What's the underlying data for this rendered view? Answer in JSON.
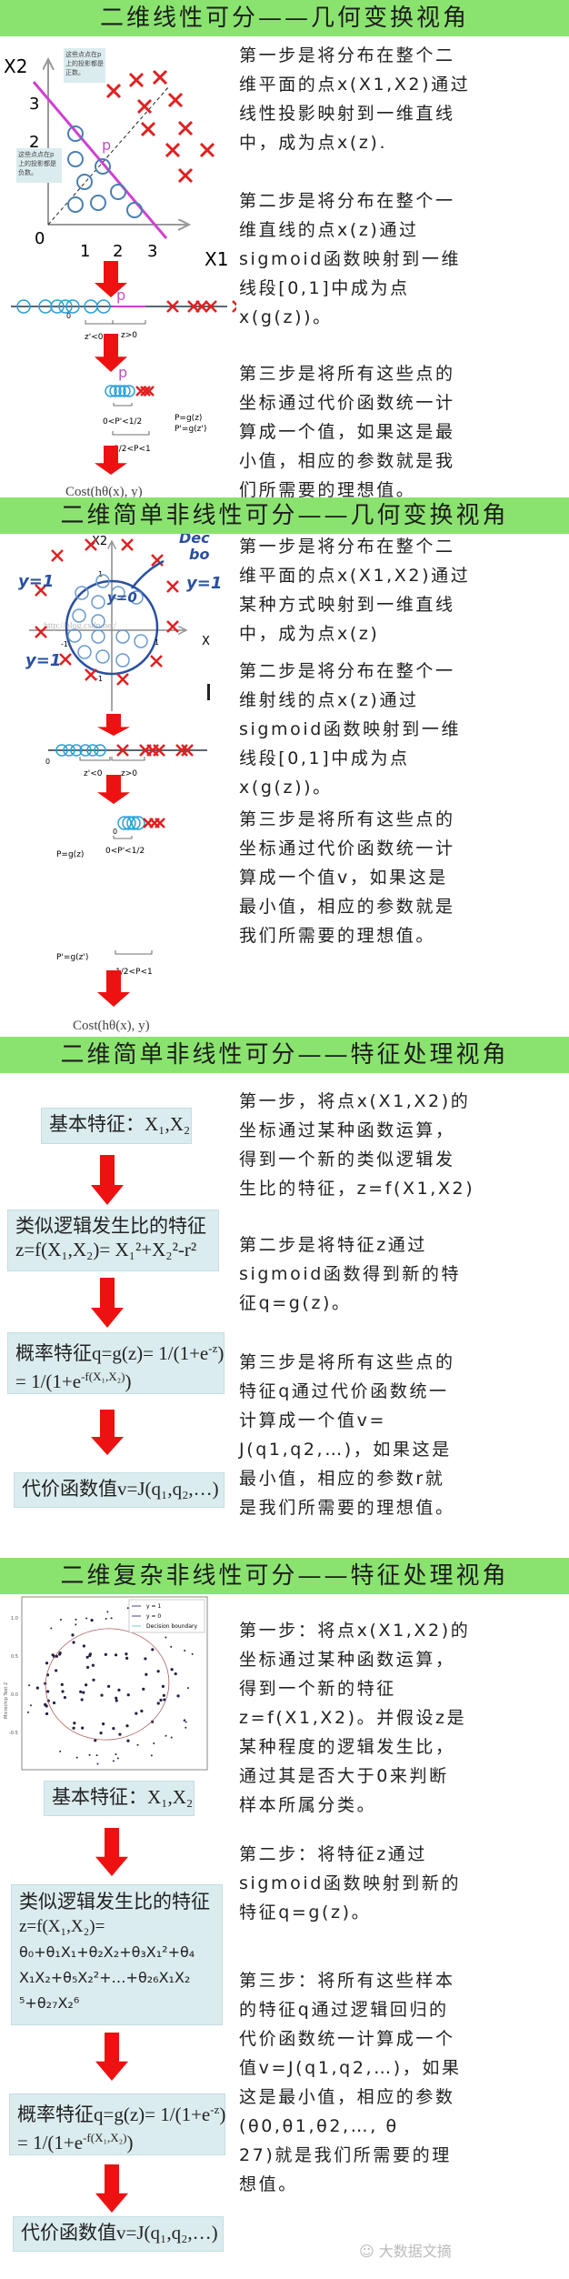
{
  "colors": {
    "header_bg": "#8be36f",
    "box_bg": "#dbecef",
    "arrow": "#ee1111",
    "cross": "#e02020",
    "circle": "#4a7fb0"
  },
  "sections": [
    {
      "title": "二维线性可分——几何变换视角",
      "steps": [
        [
          "第一步是将分布在整个二",
          "维平面的点x(X1,X2)通过",
          "线性投影映射到一维直线",
          "中，成为点x(z)."
        ],
        [
          "第二步是将分布在整个一",
          "维直线的点x(z)通过",
          "sigmoid函数映射到一维",
          "线段[0,1]中成为点",
          "x(g(z))。"
        ],
        [
          "第三步是将所有这些点的",
          "坐标通过代价函数统一计",
          "算成一个值，如果这是最",
          "小值，相应的参数就是我",
          "们所需要的理想值。"
        ]
      ],
      "diagram": {
        "x_axis": "X1",
        "y_axis": "X2",
        "ticks": [
          "0",
          "1",
          "2",
          "3"
        ],
        "callout_pos": "这些点点在p上的投影都是正数。",
        "callout_neg": "这些点点在p上的投影都是负数。",
        "p": "p",
        "zero": "0",
        "z_neg": "z'<0",
        "z_pos": "z>0",
        "p_small": "0<P'<1/2",
        "p_big": "1/2<P<1",
        "p_def": "P=g(z)",
        "p2_def": "P'=g(z')",
        "cost": "Cost(hθ(x), y)"
      }
    },
    {
      "title": "二维简单非线性可分——几何变换视角",
      "steps": [
        [
          "第一步是将分布在整个二",
          "维平面的点x(X1,X2)通过",
          "某种方式映射到一维直线",
          "中，成为点x(z)"
        ],
        [
          "第二步是将分布在整个一",
          "维射线的点x(z)通过",
          "sigmoid函数映射到一维",
          "线段[0,1]中成为点",
          "x(g(z))。"
        ],
        [
          "第三步是将所有这些点的",
          "坐标通过代价函数统一计",
          "算成一个值v，如果这是",
          "最小值，相应的参数就是",
          "我们所需要的理想值。"
        ]
      ],
      "diagram": {
        "x_axis": "X",
        "y_axis": "X2",
        "y1": "y=1",
        "y0": "y=0",
        "dec": "Dec",
        "bo": "bo",
        "one": "1",
        "neg_one": "-1",
        "zero": "0",
        "z_neg": "z'<0",
        "z_pos": "z>0",
        "p_small": "0<P'<1/2",
        "p_big": "1/2<P<1",
        "p_def": "P=g(z)",
        "p2_def": "P'=g(z')",
        "cost": "Cost(hθ(x), y)",
        "watermark": "http://blog.csdn.net/"
      }
    },
    {
      "title": "二维简单非线性可分——特征处理视角",
      "steps": [
        [
          "第一步，将点x(X1,X2)的",
          "坐标通过某种函数运算，",
          "得到一个新的类似逻辑发",
          "生比的特征，z=f(X1,X2)"
        ],
        [
          "第二步是将特征z通过",
          "sigmoid函数得到新的特",
          "征q=g(z)。"
        ],
        [
          "第三步是将所有这些点的",
          "特征q通过代价函数统一",
          "计算成一个值v=",
          "J(q1,q2,…)，如果这是",
          "最小值，相应的参数r就",
          "是我们所需要的理想值。"
        ]
      ],
      "boxes": {
        "basic": "基本特征：X₁,X₂",
        "odds_title": "类似逻辑发生比的特征",
        "odds_formula": "z=f(X₁,X₂)= X₁²+X₂²-r²",
        "prob_a": "概率特征q=g(z)= 1/(1+e",
        "prob_a_sup": "-z",
        "prob_a_end": ")",
        "prob_b": "= 1/(1+e",
        "prob_b_sup": "-f(X₁,X₂)",
        "prob_b_end": ")",
        "cost": "代价函数值v=J(q₁,q₂,…)"
      }
    },
    {
      "title": "二维复杂非线性可分——特征处理视角",
      "steps": [
        [
          "第一步：将点x(X1,X2)的",
          "坐标通过某种函数运算，",
          "得到一个新的特征",
          "z=f(X1,X2)。并假设z是",
          "某种程度的逻辑发生比，",
          "通过其是否大于0来判断",
          "样本所属分类。"
        ],
        [
          "第二步：将特征z通过",
          "sigmoid函数映射到新的",
          "特征q=g(z)。"
        ],
        [
          "第三步：将所有这些样本",
          "的特征q通过逻辑回归的",
          "代价函数统一计算成一个",
          "值v=J(q1,q2,…)，如果",
          "这是最小值，相应的参数",
          "(θ0,θ1,θ2,…, θ",
          "27)就是我们所需要的理",
          "想值。"
        ]
      ],
      "chart": {
        "ylabel": "Microchip Test 2",
        "yticks": [
          "1.0",
          "0.5",
          "0.0",
          "-0.5"
        ],
        "legend": [
          "y = 1",
          "y = 0",
          "Decision boundary"
        ]
      },
      "boxes": {
        "basic": "基本特征：X₁,X₂",
        "odds_title": "类似逻辑发生比的特征",
        "odds_l1": "z=f(X₁,X₂)=",
        "odds_l2": "θ₀+θ₁X₁+θ₂X₂+θ₃X₁²+θ₄",
        "odds_l3": "X₁X₂+θ₅X₂²+…+θ₂₆X₁X₂",
        "odds_l4": "⁵+θ₂₇X₂⁶",
        "prob_a": "概率特征q=g(z)= 1/(1+e",
        "prob_a_sup": "-z",
        "prob_a_end": ")",
        "prob_b": "= 1/(1+e",
        "prob_b_sup": "-f(X₁,X₂)",
        "prob_b_end": ")",
        "cost": "代价函数值v=J(q₁,q₂,…)"
      }
    }
  ],
  "watermark": "大数据文摘"
}
